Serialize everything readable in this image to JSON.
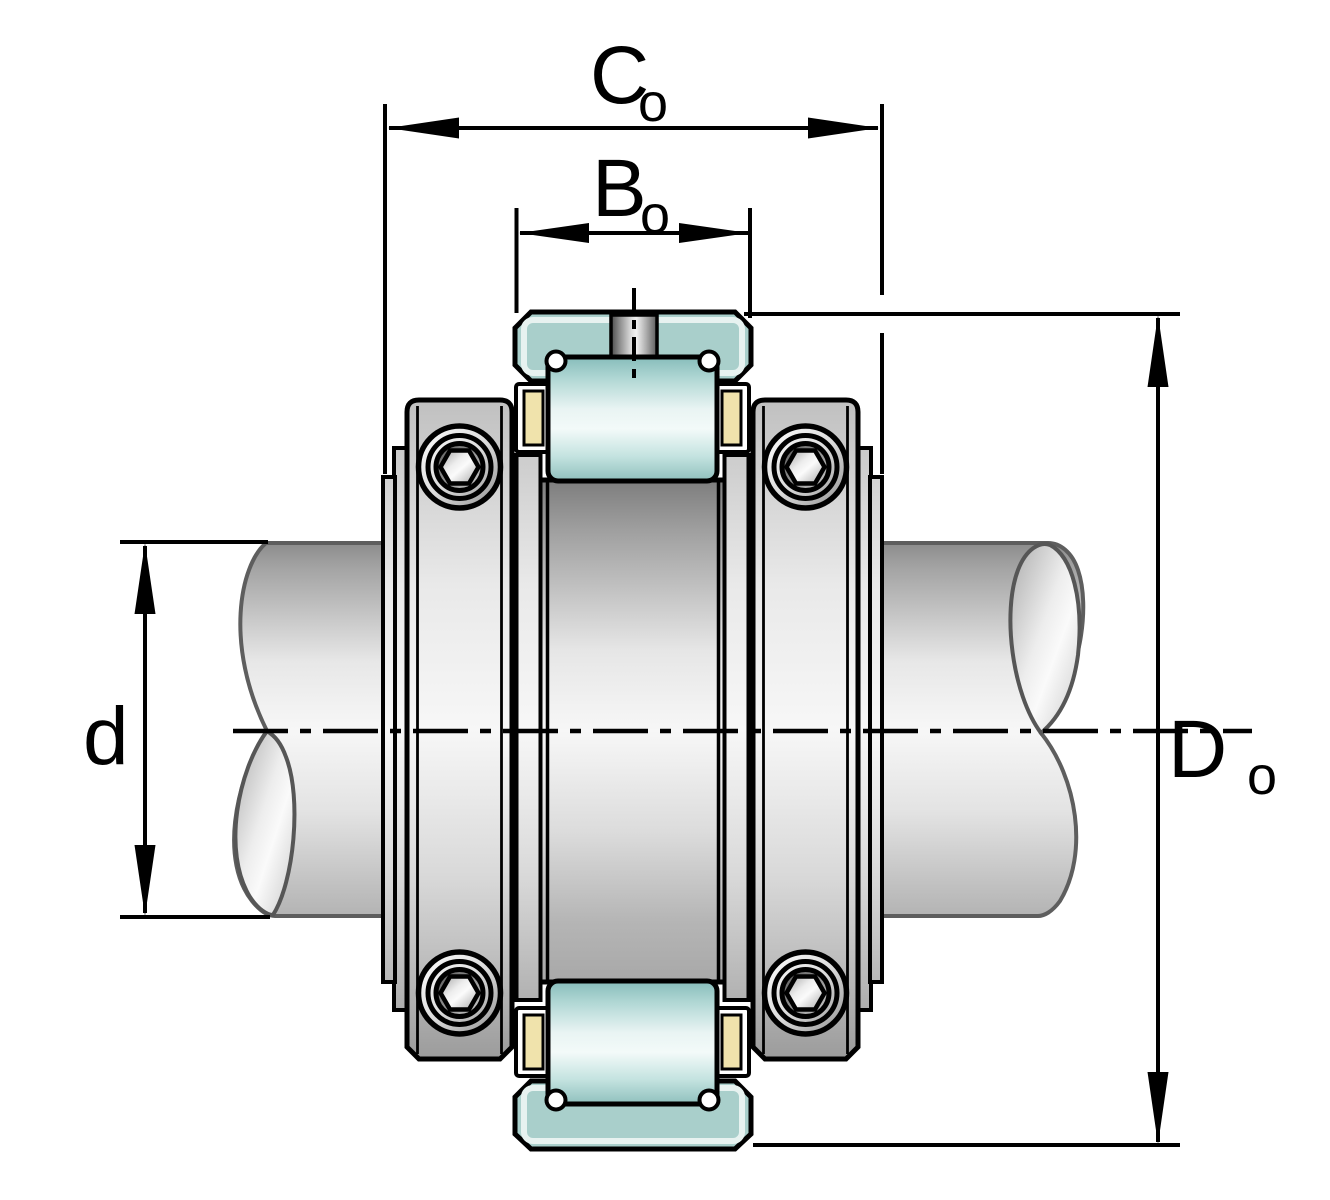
{
  "drawing": {
    "labels": {
      "co": {
        "main": "C",
        "sub": "o"
      },
      "bo": {
        "main": "B",
        "sub": "o"
      },
      "d": {
        "main": "d"
      },
      "do": {
        "main": "D",
        "sub": "o"
      }
    },
    "colors": {
      "background": "#ffffff",
      "outline": "#000000",
      "ring_teal": "#a9cfcb",
      "roller_teal": "#bfe0dd",
      "cage_yellow": "#f0e3ac",
      "metal_light": "#f6f6f6",
      "metal_dark": "#8c8c8c"
    }
  }
}
